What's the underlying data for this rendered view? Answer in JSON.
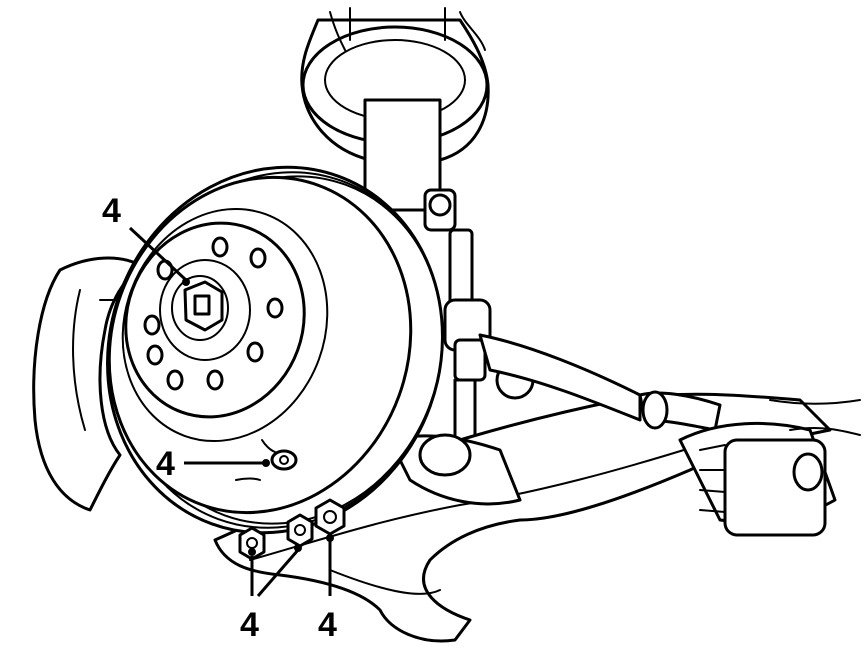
{
  "diagram": {
    "callouts": [
      {
        "id": "hub-nut",
        "label": "4"
      },
      {
        "id": "caliper-bolt",
        "label": "4"
      },
      {
        "id": "balljoint-nuts-left",
        "label": "4"
      },
      {
        "id": "balljoint-nut-right",
        "label": "4"
      }
    ]
  }
}
